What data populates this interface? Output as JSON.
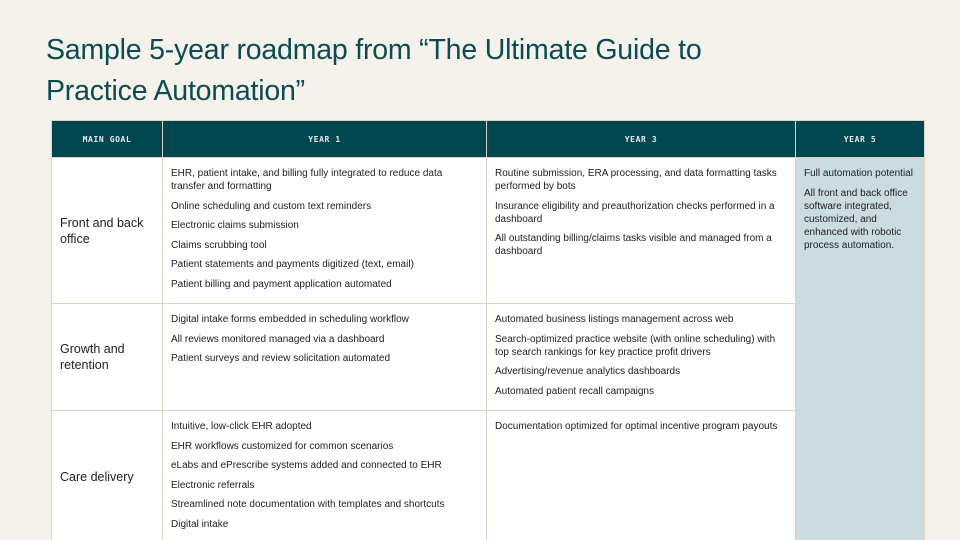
{
  "title": "Sample 5-year roadmap from “The Ultimate Guide to Practice Automation”",
  "table": {
    "headers": [
      "MAIN GOAL",
      "YEAR 1",
      "YEAR 3",
      "YEAR 5"
    ],
    "rows": [
      {
        "goal": "Front and back office",
        "year1": [
          "EHR, patient intake, and billing fully integrated to reduce data transfer and formatting",
          "Online scheduling and custom text reminders",
          "Electronic claims submission",
          "Claims scrubbing tool",
          "Patient statements and payments digitized (text, email)",
          "Patient billing and payment application automated"
        ],
        "year3": [
          "Routine submission, ERA processing, and data formatting tasks performed by bots",
          "Insurance eligibility and preauthorization checks performed in a dashboard",
          "All outstanding billing/claims tasks visible and managed from a dashboard"
        ]
      },
      {
        "goal": "Growth and retention",
        "year1": [
          "Digital intake forms embedded in scheduling workflow",
          "All reviews monitored managed via a dashboard",
          "Patient surveys and review solicitation automated"
        ],
        "year3": [
          "Automated business listings management across web",
          "Search-optimized practice website (with online scheduling) with top search rankings for key practice profit drivers",
          "Advertising/revenue analytics dashboards",
          "Automated patient recall campaigns"
        ]
      },
      {
        "goal": "Care delivery",
        "year1": [
          "Intuitive, low-click EHR adopted",
          "EHR workflows customized for common scenarios",
          "eLabs and ePrescribe systems added and connected to EHR",
          "Electronic referrals",
          "Streamlined note documentation with templates and shortcuts",
          "Digital intake"
        ],
        "year3": [
          "Documentation optimized for optimal incentive program payouts"
        ]
      }
    ],
    "year5": [
      "Full automation potential",
      "All front and back office software integrated, customized, and enhanced with robotic process automation."
    ]
  },
  "colors": {
    "title": "#0d4a52",
    "header_bg": "#01474f",
    "header_text": "#e6ecec",
    "year5_bg": "#cbdce0",
    "page_bg": "#f4f2eb",
    "border": "#ddd3c4"
  }
}
